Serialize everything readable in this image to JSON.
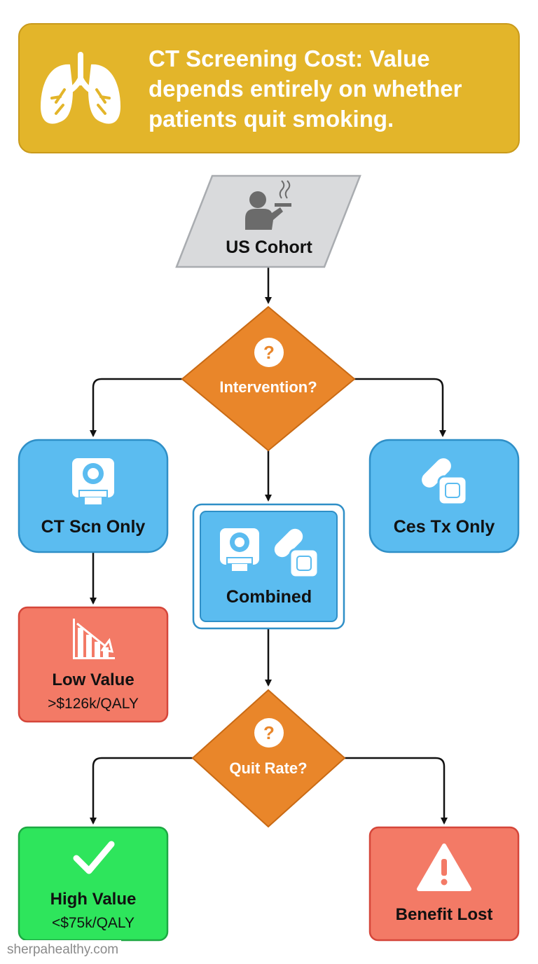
{
  "header": {
    "title_line1": "CT Screening Cost: Value",
    "title_line2": "depends entirely on whether",
    "title_line3": "patients quit smoking.",
    "icon": "lungs-icon",
    "color": "#e3b52a"
  },
  "nodes": {
    "cohort": {
      "label": "US Cohort",
      "icon": "smoker-icon",
      "color": "#d9dadc"
    },
    "intervention": {
      "label": "Intervention?",
      "icon": "question-icon",
      "color": "#e9862a"
    },
    "ct_only": {
      "label": "CT Scn Only",
      "icon": "ct-scanner-icon",
      "color": "#5bbcf0"
    },
    "combined": {
      "label": "Combined",
      "icons": [
        "ct-scanner-icon",
        "pills-patch-icon"
      ],
      "color": "#5bbcf0"
    },
    "ces_only": {
      "label": "Ces Tx Only",
      "icon": "pills-patch-icon",
      "color": "#5bbcf0"
    },
    "low_value": {
      "label": "Low Value",
      "detail": ">$126k/QALY",
      "icon": "declining-bar-chart-icon",
      "color": "#f37a66"
    },
    "quit_rate": {
      "label": "Quit Rate?",
      "icon": "question-icon",
      "color": "#e9862a"
    },
    "high_value": {
      "label": "High Value",
      "detail": "<$75k/QALY",
      "icon": "checkmark-icon",
      "color": "#2ee55c"
    },
    "benefit_lost": {
      "label": "Benefit Lost",
      "icon": "warning-icon",
      "color": "#f37a66"
    }
  },
  "watermark": "sherpahealthy.com"
}
